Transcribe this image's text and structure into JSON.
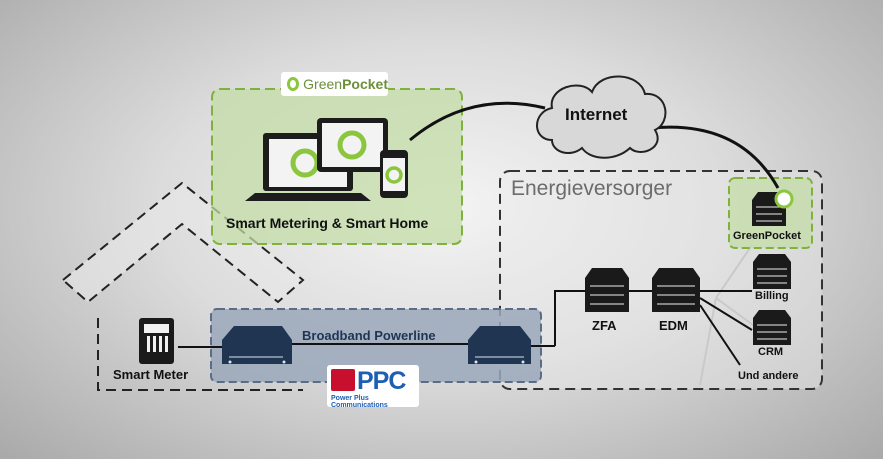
{
  "greenpocket_logo": {
    "part1": "Green",
    "part2": "Pocket"
  },
  "labels": {
    "internet": "Internet",
    "smart_home": "Smart Metering & Smart Home",
    "energy_provider": "Energieversorger",
    "greenpocket_server": "GreenPocket",
    "broadband": "Broadband Powerline",
    "smart_meter": "Smart Meter",
    "zfa": "ZFA",
    "edm": "EDM",
    "billing": "Billing",
    "crm": "CRM",
    "others": "Und andere"
  },
  "ppc_logo": {
    "word": "PPC",
    "subtitle": "Power Plus Communications"
  },
  "colors": {
    "green_zone": "#8cc63f",
    "blue_zone": "#8a9bb0",
    "device_dark": "#1f3552"
  }
}
